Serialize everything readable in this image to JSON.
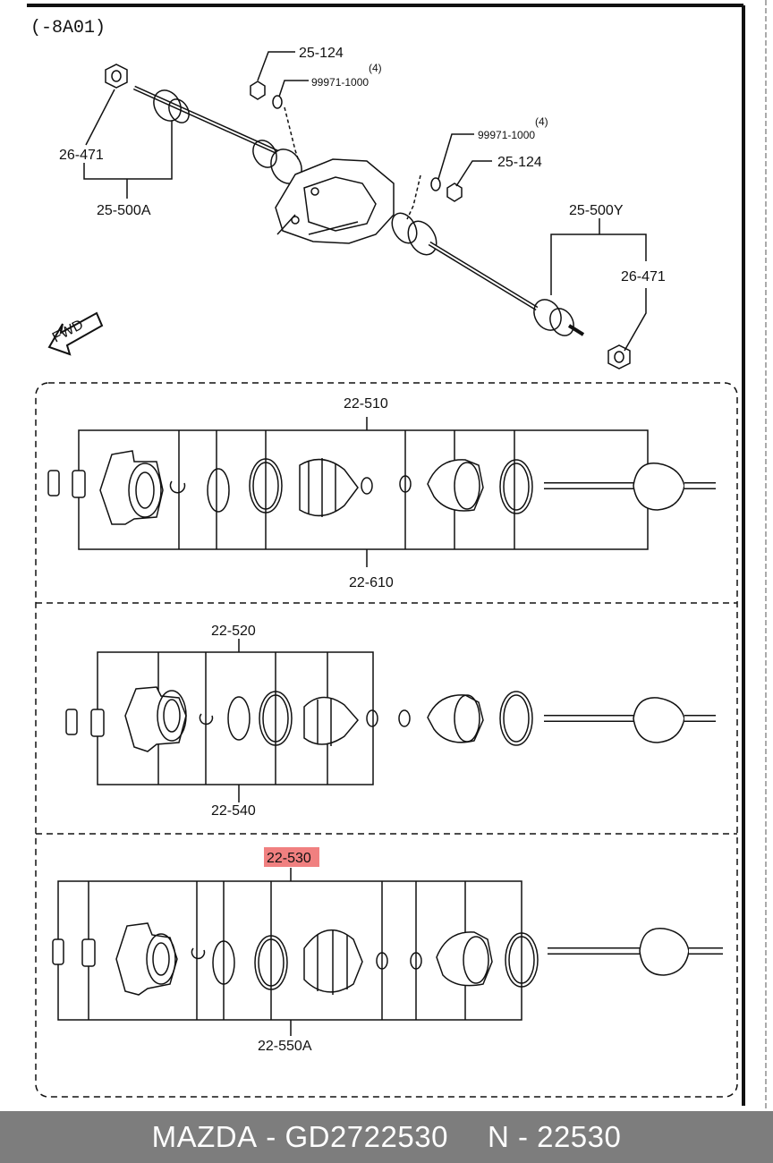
{
  "diagram": {
    "section_ref": "(-8A01)",
    "fwd_label": "FWD",
    "top_labels": {
      "nut_left": "25-124",
      "washer_left": "99971-1000",
      "washer_left_qty": "(4)",
      "washer_right": "99971-1000",
      "washer_right_qty": "(4)",
      "nut_right": "25-124",
      "shaft_left_assy": "25-500A",
      "shaft_left_nut": "26-471",
      "shaft_right_assy": "25-500Y",
      "shaft_right_nut": "26-471"
    },
    "panel1": {
      "top_label": "22-510",
      "bottom_label": "22-610"
    },
    "panel2": {
      "top_label": "22-520",
      "bottom_label": "22-540"
    },
    "panel3": {
      "top_label": "22-530",
      "bottom_label": "22-550A",
      "highlight_color": "#f08080"
    }
  },
  "footer": {
    "brand": "MAZDA",
    "part_number": "GD2722530",
    "ref_number": "N - 22530"
  }
}
